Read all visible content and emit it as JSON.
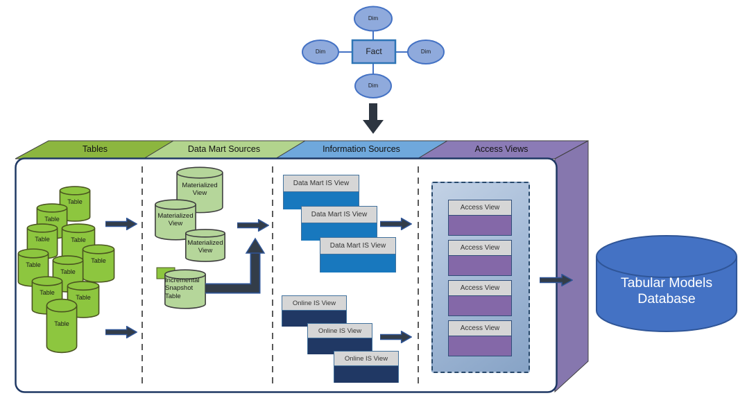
{
  "star_schema": {
    "fact_label": "Fact",
    "dim_top": "Dim",
    "dim_left": "Dim",
    "dim_right": "Dim",
    "dim_bottom": "Dim"
  },
  "headers": [
    {
      "label": "Tables",
      "color": "#8CB63F"
    },
    {
      "label": "Data Mart Sources",
      "color": "#B2D48D"
    },
    {
      "label": "Information Sources",
      "color": "#6FA8DC"
    },
    {
      "label": "Access Views",
      "color": "#8B7BB6"
    }
  ],
  "tables_section": {
    "items": [
      "Table",
      "Table",
      "Table",
      "Table",
      "Table",
      "Table",
      "Table",
      "Table",
      "Table",
      "Table"
    ]
  },
  "data_mart_section": {
    "materialized_views": [
      "Materialized View",
      "Materialized View",
      "Materialized View"
    ],
    "incremental_label": "Incremental Snapshot Table"
  },
  "information_section": {
    "data_mart_is_views": [
      "Data Mart IS View",
      "Data Mart IS View",
      "Data Mart IS View"
    ],
    "online_is_views": [
      "Online IS View",
      "Online IS View",
      "Online IS View"
    ]
  },
  "access_section": {
    "views": [
      "Access View",
      "Access View",
      "Access View",
      "Access View"
    ]
  },
  "database": {
    "label": "Tabular Models Database"
  },
  "colors": {
    "table_green": "#8DC63F",
    "materialized_green": "#B5D69A",
    "is_view_blue": "#1878BE",
    "online_view_navy": "#203864",
    "access_purple": "#8468A8",
    "side_panel_purple": "#8B7BB6",
    "database_blue": "#4472C4",
    "arrow_dark": "#333D49",
    "star_fill": "#8FAADC",
    "star_border": "#4472C4",
    "box_border_navy": "#1F3864"
  }
}
